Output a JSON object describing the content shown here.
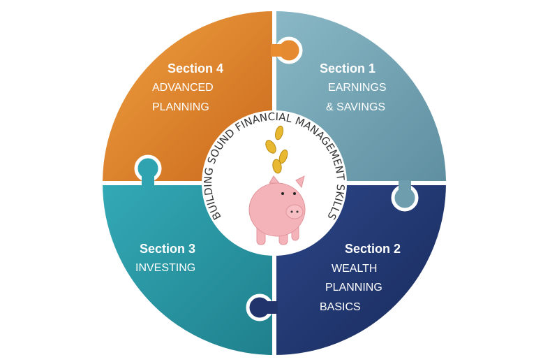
{
  "title": "BUILDING SOUND FINANCIAL MANAGEMENT SKILLS",
  "colors": {
    "section1": "#79a9b9",
    "section2": "#243a75",
    "section3": "#2a9aa8",
    "section4": "#e07f2a",
    "pig": "#f4b3b8",
    "coin": "#e8b830"
  },
  "sections": [
    {
      "title": "Section 1",
      "lines": [
        "EARNINGS",
        "& SAVINGS"
      ]
    },
    {
      "title": "Section 2",
      "lines": [
        "WEALTH",
        "PLANNING",
        "BASICS"
      ]
    },
    {
      "title": "Section 3",
      "lines": [
        "INVESTING"
      ]
    },
    {
      "title": "Section 4",
      "lines": [
        "ADVANCED",
        "PLANNING"
      ]
    }
  ]
}
